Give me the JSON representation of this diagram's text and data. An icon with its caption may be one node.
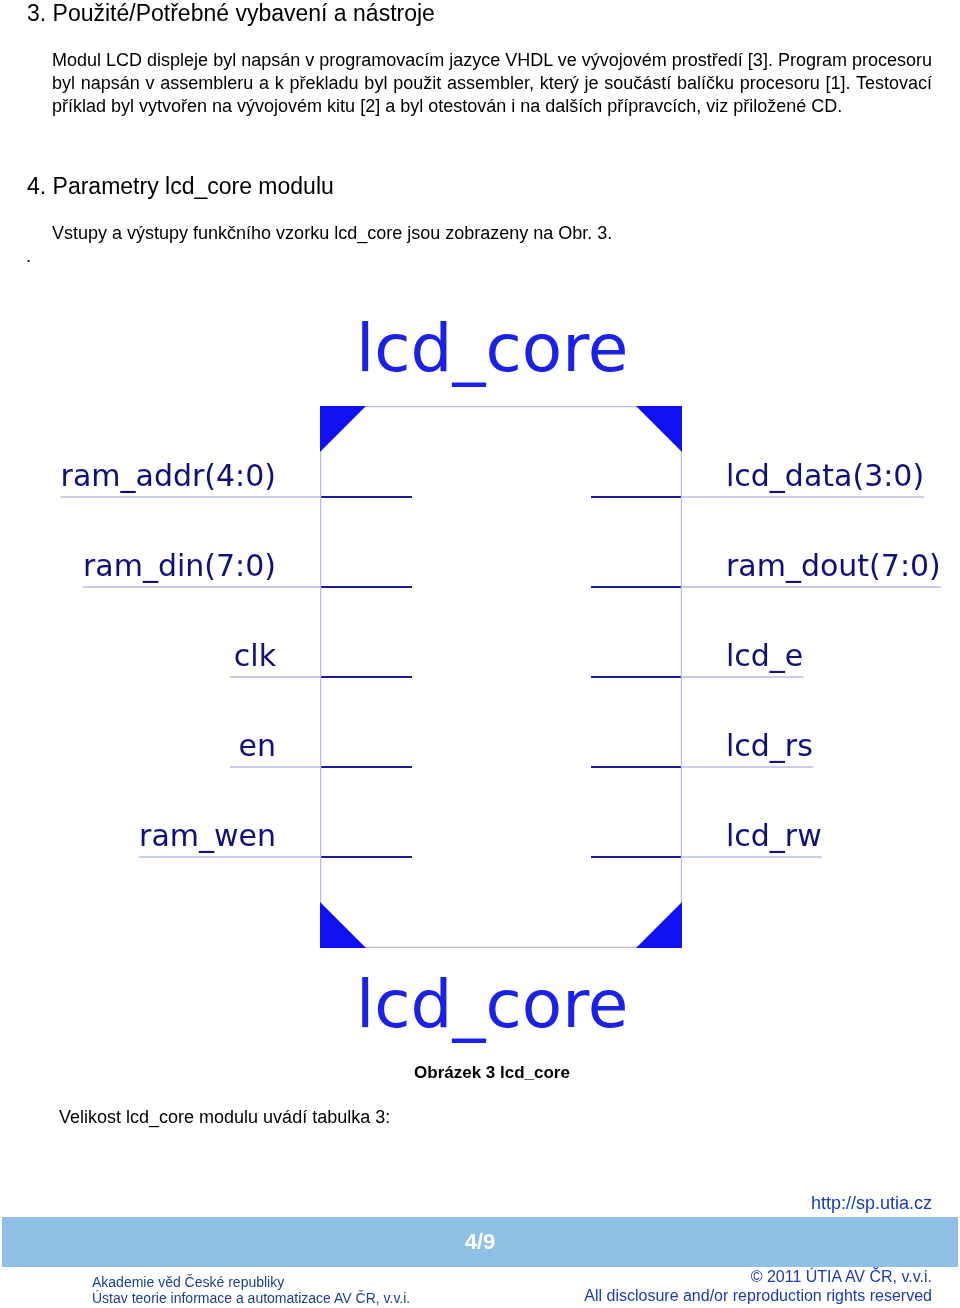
{
  "diagram": {
    "caption": "Obrázek 3 lcd_core",
    "nodes": [
      {
        "text": [
          "lcd_core",
          "lcd_core"
        ]
      }
    ],
    "labels": [
      "3. Použité/Potřebné vybavení a nástroje",
      "Modul LCD displeje byl napsán v programovacím jazyce VHDL ve vývojovém prostředí [3]. Program procesoru byl napsán v assembleru a k překladu byl použit assembler, který je součástí balíčku procesoru [1]. Testovací příklad byl vytvořen na vývojovém kitu [2] a byl otestován i na dalších přípravcích, viz přiložené CD.",
      "4. Parametry lcd_core modulu",
      "Vstupy a výstupy funkčního vzorku lcd_core  jsou zobrazeny na Obr. 3.",
      ".",
      "ram_addr(4:0)",
      "lcd_data(3:0)",
      "ram_din(7:0)",
      "ram_dout(7:0)",
      "clk",
      "lcd_e",
      "en",
      "lcd_rs",
      "ram_wen",
      "lcd_rw",
      "Velikost lcd_core modulu uvádí tabulka 3:",
      "http://sp.utia.cz",
      "4/9",
      "Akademie věd České republiky",
      "Ústav teorie informace a automatizace AV ČR, v.v.i.",
      "© 2011 ÚTIA AV ČR, v.v.i.",
      "All disclosure and/or reproduction rights reserved"
    ]
  }
}
